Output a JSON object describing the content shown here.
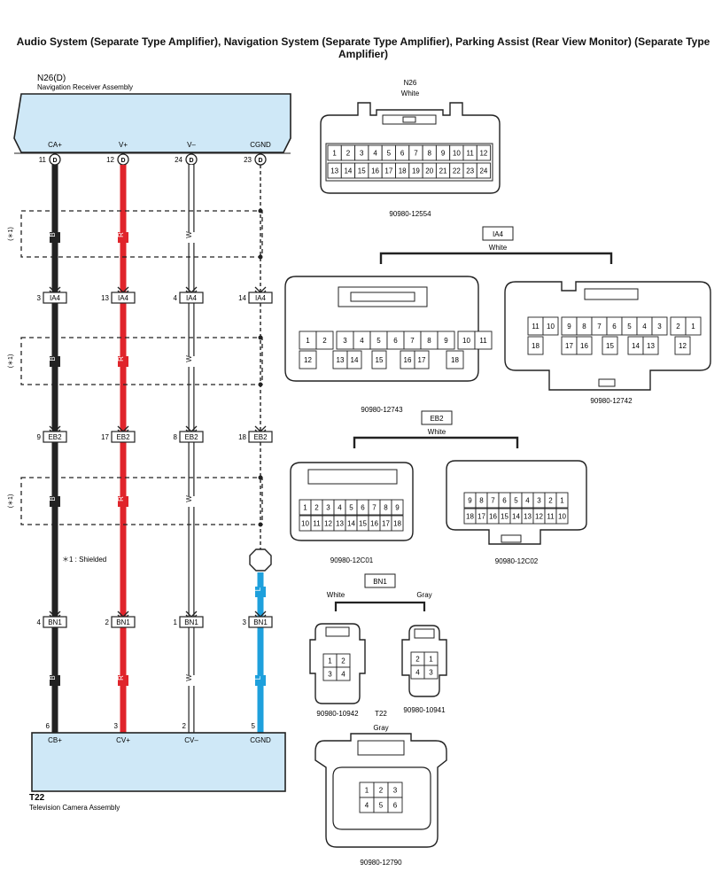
{
  "title": "Audio System (Separate Type Amplifier), Navigation System (Separate Type Amplifier), Parking Assist (Rear View Monitor) (Separate Type Amplifier)",
  "top_component": {
    "code": "N26(D)",
    "name": "Navigation Receiver Assembly",
    "terminals": [
      "CA+",
      "V+",
      "V–",
      "CGND"
    ],
    "pins": [
      "11",
      "12",
      "24",
      "23"
    ],
    "pin_letter": "D"
  },
  "bottom_component": {
    "code": "T22",
    "name": "Television Camera Assembly",
    "terminals": [
      "CB+",
      "CV+",
      "CV–",
      "CGND"
    ],
    "pins": [
      "6",
      "3",
      "2",
      "5"
    ]
  },
  "wires": [
    {
      "color_code": "B",
      "draw_color": "#222222",
      "style": "solid"
    },
    {
      "color_code": "R",
      "draw_color": "#e0242b",
      "style": "solid"
    },
    {
      "color_code": "W",
      "draw_color": "#ffffff",
      "style": "solid"
    },
    {
      "color_code": "",
      "draw_color": "#222222",
      "style": "dashed",
      "lower_code": "L",
      "lower_color": "#1ea0dc"
    }
  ],
  "shield_note": "＊1 : Shielded",
  "shield_label": "(＊1)",
  "junctions": [
    {
      "connector": "IA4",
      "pins": [
        "3",
        "13",
        "4",
        "14"
      ]
    },
    {
      "connector": "EB2",
      "pins": [
        "9",
        "17",
        "8",
        "18"
      ]
    },
    {
      "connector": "BN1",
      "pins": [
        "4",
        "2",
        "1",
        "3"
      ]
    }
  ],
  "connectors": {
    "n26": {
      "name": "N26",
      "color": "White",
      "part": "90980-12554",
      "row1": [
        "1",
        "2",
        "3",
        "4",
        "5",
        "6",
        "7",
        "8",
        "9",
        "10",
        "11",
        "12"
      ],
      "row2": [
        "13",
        "14",
        "15",
        "16",
        "17",
        "18",
        "19",
        "20",
        "21",
        "22",
        "23",
        "24"
      ]
    },
    "ia4": {
      "name": "IA4",
      "color": "White",
      "left": {
        "part": "90980-12743",
        "row1": [
          "1",
          "2",
          "3",
          "4",
          "5",
          "6",
          "7",
          "8",
          "9",
          "10",
          "11"
        ],
        "row2": [
          "12",
          "13",
          "14",
          "15",
          "16",
          "17",
          "18"
        ]
      },
      "right": {
        "part": "90980-12742",
        "row1": [
          "11",
          "10",
          "9",
          "8",
          "7",
          "6",
          "5",
          "4",
          "3",
          "2",
          "1"
        ],
        "row2": [
          "18",
          "17",
          "16",
          "15",
          "14",
          "13",
          "12"
        ]
      }
    },
    "eb2": {
      "name": "EB2",
      "color": "White",
      "left": {
        "part": "90980-12C01",
        "row1": [
          "1",
          "2",
          "3",
          "4",
          "5",
          "6",
          "7",
          "8",
          "9"
        ],
        "row2": [
          "10",
          "11",
          "12",
          "13",
          "14",
          "15",
          "16",
          "17",
          "18"
        ]
      },
      "right": {
        "part": "90980-12C02",
        "row1": [
          "9",
          "8",
          "7",
          "6",
          "5",
          "4",
          "3",
          "2",
          "1"
        ],
        "row2": [
          "18",
          "17",
          "16",
          "15",
          "14",
          "13",
          "12",
          "11",
          "10"
        ]
      }
    },
    "bn1": {
      "name": "BN1",
      "left": {
        "color": "White",
        "part": "90980-10942",
        "pins": [
          "1",
          "2",
          "3",
          "4"
        ]
      },
      "right": {
        "color": "Gray",
        "part": "90980-10941",
        "pins": [
          "2",
          "1",
          "4",
          "3"
        ]
      }
    },
    "t22": {
      "name": "T22",
      "color": "Gray",
      "part": "90980-12790",
      "pins": [
        "1",
        "2",
        "3",
        "4",
        "5",
        "6"
      ]
    }
  },
  "colors": {
    "component_fill": "#cfe8f7",
    "black": "#222222",
    "red": "#e0242b",
    "blue": "#1ea0dc"
  }
}
